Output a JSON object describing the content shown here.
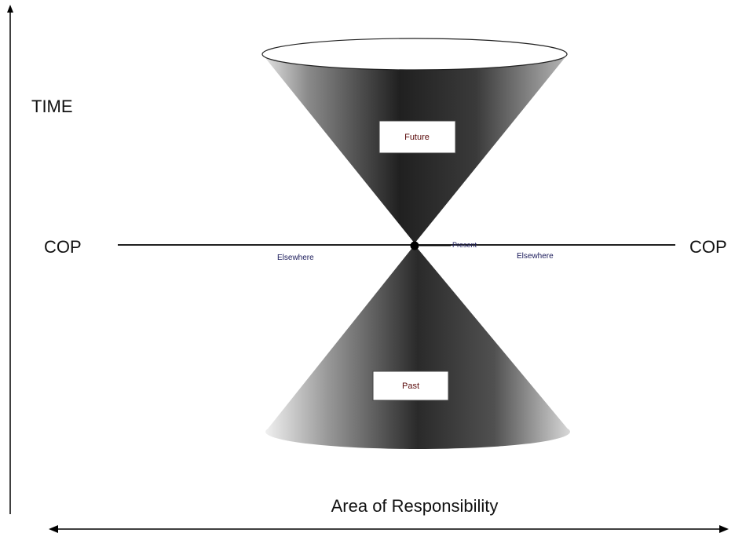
{
  "labels": {
    "time_axis": "TIME",
    "cop_left": "COP",
    "cop_right": "COP",
    "future": "Future",
    "past": "Past",
    "present": "Present",
    "elsewhere_left": "Elsewhere",
    "elsewhere_right": "Elsewhere",
    "horizontal_axis": "Area of Responsibility"
  },
  "colors": {
    "cone_dark": "#1e1e1e",
    "cone_light": "#cfcfcf",
    "line": "#000000"
  }
}
